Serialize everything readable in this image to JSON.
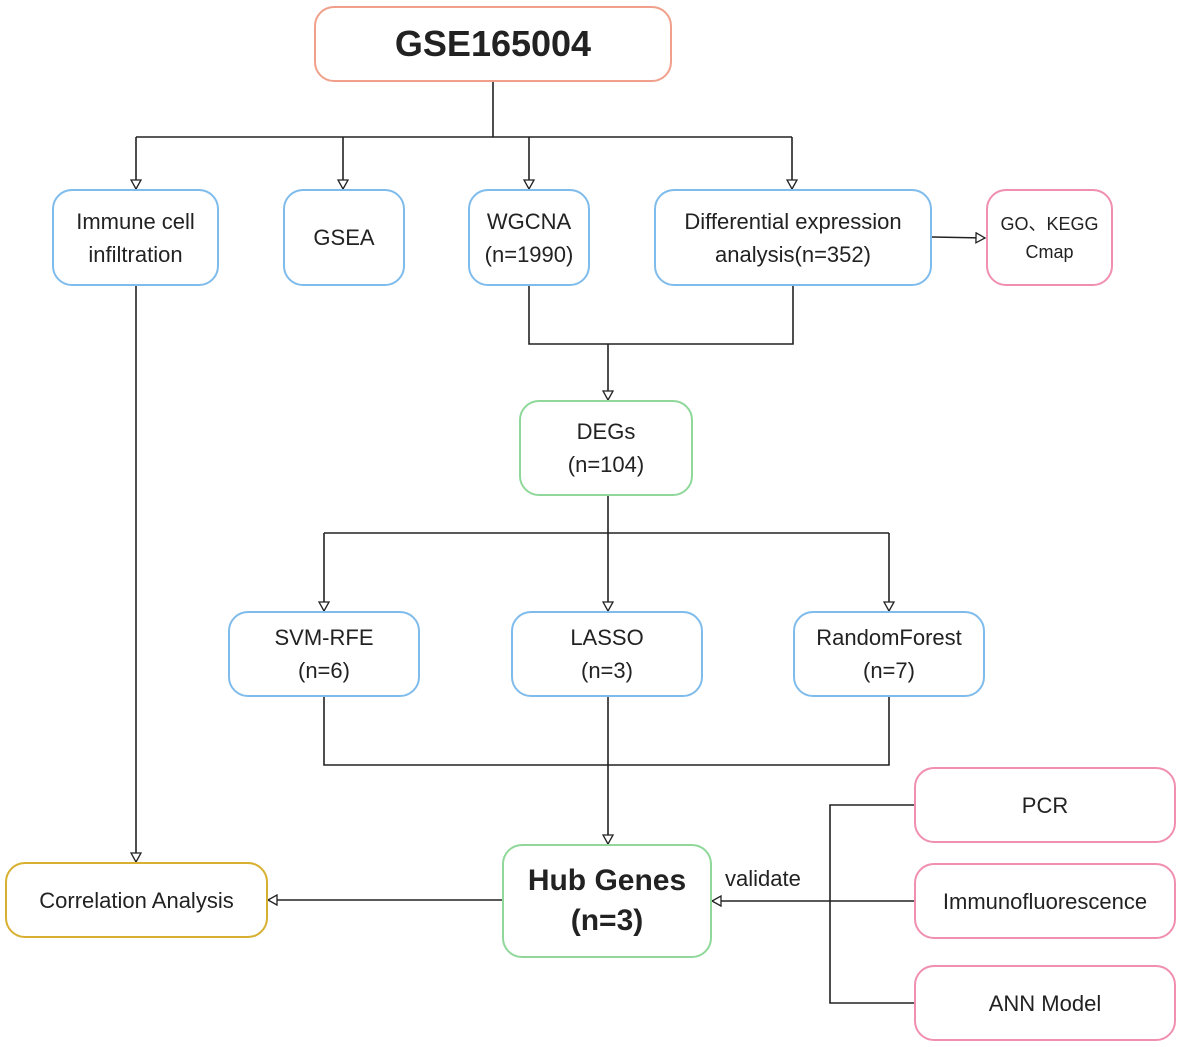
{
  "nodes": {
    "root": {
      "lines": [
        "GSE165004"
      ]
    },
    "immune": {
      "lines": [
        "Immune cell",
        "infiltration"
      ]
    },
    "gsea": {
      "lines": [
        "GSEA"
      ]
    },
    "wgcna": {
      "lines": [
        "WGCNA",
        "(n=1990)"
      ]
    },
    "diffexp": {
      "lines": [
        "Differential expression",
        "analysis(n=352)"
      ]
    },
    "gokegg": {
      "lines": [
        "GO、KEGG",
        "Cmap"
      ]
    },
    "degs": {
      "lines": [
        "DEGs",
        "(n=104)"
      ]
    },
    "svm": {
      "lines": [
        "SVM-RFE",
        "(n=6)"
      ]
    },
    "lasso": {
      "lines": [
        "LASSO",
        "(n=3)"
      ]
    },
    "rf": {
      "lines": [
        "RandomForest",
        "(n=7)"
      ]
    },
    "hub": {
      "lines": [
        "Hub Genes",
        "(n=3)"
      ]
    },
    "correlation": {
      "lines": [
        "Correlation Analysis"
      ]
    },
    "pcr": {
      "lines": [
        "PCR"
      ]
    },
    "immunofluorescence": {
      "lines": [
        "Immunofluorescence"
      ]
    },
    "ann": {
      "lines": [
        "ANN Model"
      ]
    }
  },
  "edge_labels": {
    "validate": "validate"
  },
  "colors": {
    "blue": "#7fbcec",
    "green": "#8fd89a",
    "pink": "#f08fb0",
    "orange": "#f0a08a",
    "gold": "#d8b030",
    "line": "#222222"
  }
}
